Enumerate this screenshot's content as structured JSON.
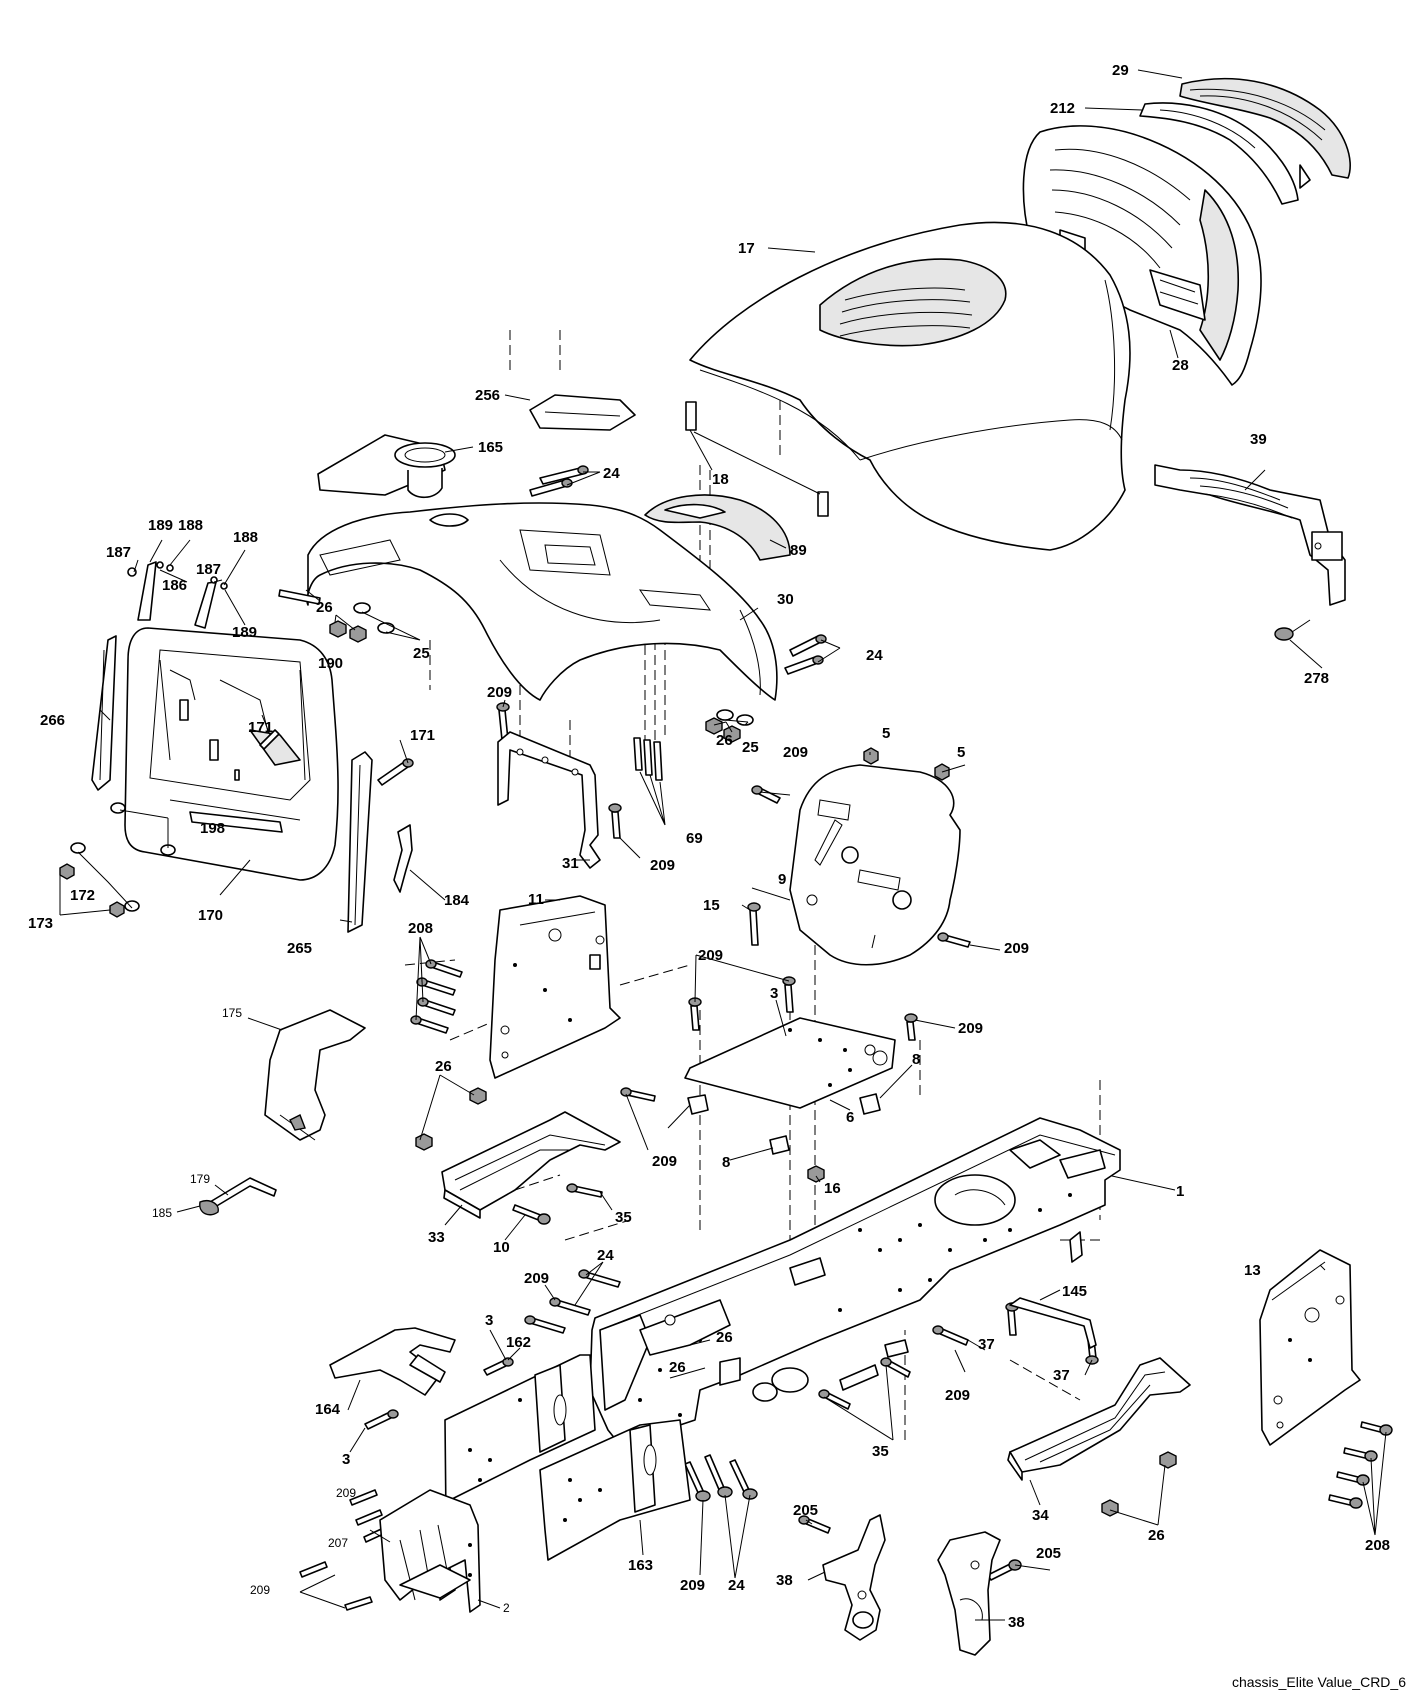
{
  "caption": "chassis_Elite Value_CRD_6",
  "labels": {
    "l29": "29",
    "l212": "212",
    "l17": "17",
    "l28": "28",
    "l256": "256",
    "l165": "165",
    "l24a": "24",
    "l18": "18",
    "l89": "89",
    "l39": "39",
    "l278": "278",
    "l189a": "189",
    "l188a": "188",
    "l188b": "188",
    "l187a": "187",
    "l187b": "187",
    "l186": "186",
    "l189b": "189",
    "l26a": "26",
    "l25a": "25",
    "l30": "30",
    "l24b": "24",
    "l190": "190",
    "l266": "266",
    "l171a": "171",
    "l171b": "171",
    "l209a": "209",
    "l26b": "26",
    "l25b": "25",
    "l5a": "5",
    "l5b": "5",
    "l209b": "209",
    "l69": "69",
    "l198": "198",
    "l172": "172",
    "l173": "173",
    "l170": "170",
    "l184": "184",
    "l31": "31",
    "l209c": "209",
    "l9": "9",
    "l265": "265",
    "l11": "11",
    "l15": "15",
    "l209d": "209",
    "l208a": "208",
    "l209e": "209",
    "l3a": "3",
    "l209f": "209",
    "l175": "175",
    "l26c": "26",
    "l8a": "8",
    "l6": "6",
    "l209g": "209",
    "l8b": "8",
    "l179": "179",
    "l185": "185",
    "l16": "16",
    "l1": "1",
    "l35a": "35",
    "l33": "33",
    "l10": "10",
    "l24c": "24",
    "l209h": "209",
    "l145": "145",
    "l13": "13",
    "l3b": "3",
    "l162": "162",
    "l26d": "26",
    "l26e": "26",
    "l37a": "37",
    "l37b": "37",
    "l164": "164",
    "l3c": "3",
    "l209i": "209",
    "l35b": "35",
    "l209j": "209",
    "l205a": "205",
    "l205b": "205",
    "l207": "207",
    "l163": "163",
    "l209k": "209",
    "l24d": "24",
    "l34": "34",
    "l26f": "26",
    "l208b": "208",
    "l209l": "209",
    "l2": "2",
    "l38a": "38",
    "l38b": "38"
  }
}
